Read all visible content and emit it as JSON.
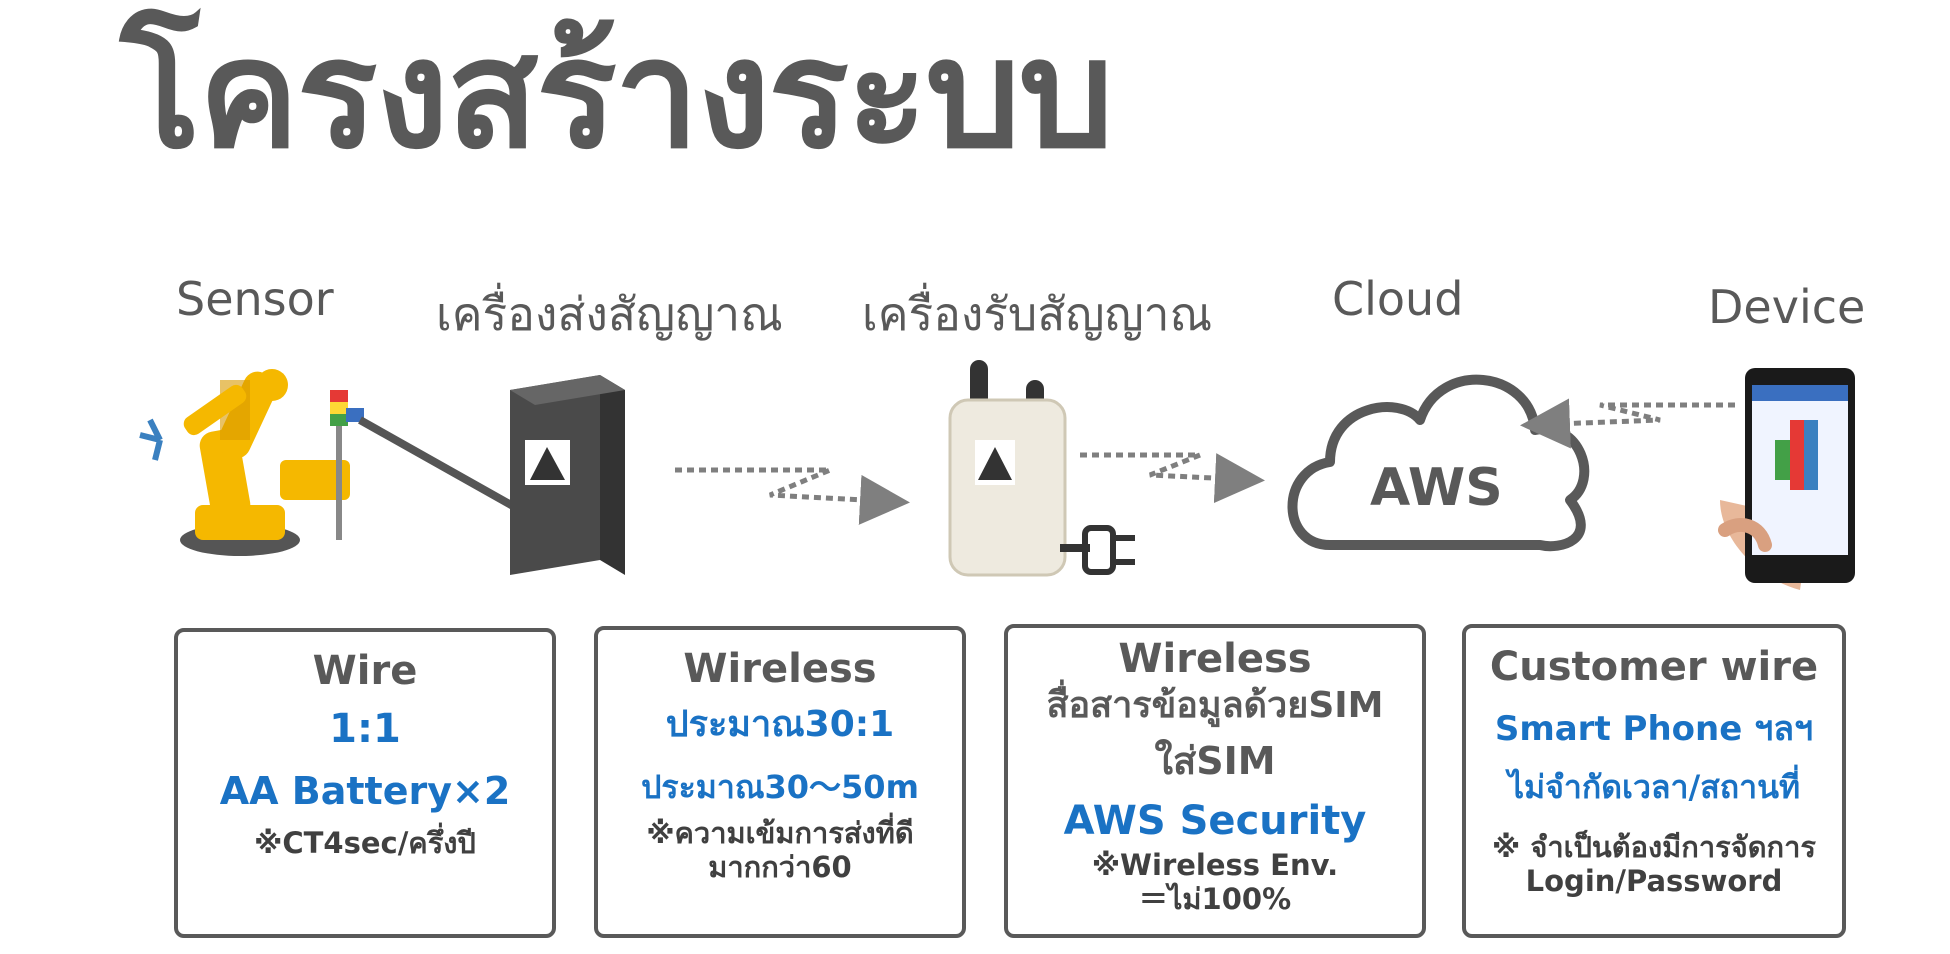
{
  "title": "โครงสร้างระบบ",
  "columns": [
    {
      "label": "Sensor"
    },
    {
      "label": "เครื่องส่งสัญญาณ"
    },
    {
      "label": "เครื่องรับสัญญาณ"
    },
    {
      "label": "Cloud"
    },
    {
      "label": "Device"
    }
  ],
  "cloud_text": "AWS",
  "boxes": [
    {
      "heading": "Wire",
      "line1": "1:1",
      "line2": "AA Battery×2",
      "note": "※CT4sec/ครึ่งปี"
    },
    {
      "heading": "Wireless",
      "line1": "ประมาณ30:1",
      "line2": "ประมาณ30～50m",
      "note1": "※ความเข้มการส่งที่ดี",
      "note2": "มากกว่า60"
    },
    {
      "heading": "Wireless",
      "sub1": "สื่อสารข้อมูลด้วยSIM",
      "sub2": "ใส่SIM",
      "line1": "AWS Security",
      "note1": "※Wireless Env.",
      "note2": "＝ไม่100%"
    },
    {
      "heading": "Customer wire",
      "line1": "Smart Phone ฯลฯ",
      "line2": "ไม่จำกัดเวลา/สถานที่",
      "note1": "※ จำเป็นต้องมีการจัดการ",
      "note2": "Login/Password"
    }
  ],
  "colors": {
    "text": "#595959",
    "accent": "#1a72c4",
    "robot": "#f5b800"
  }
}
